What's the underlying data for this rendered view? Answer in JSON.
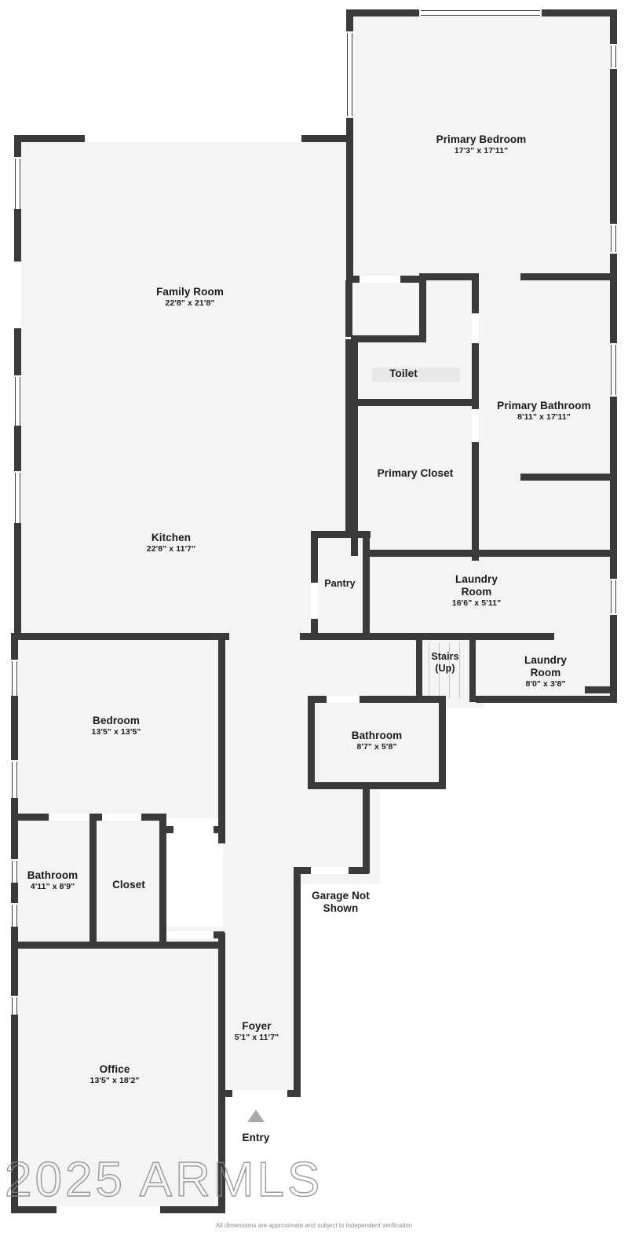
{
  "document": {
    "type": "floor-plan",
    "disclaimer": "All dimensions are approximate and subject to independent verification",
    "watermark": "2025 ARMLS",
    "colors": {
      "wall": "#3a3a3a",
      "floor": "#f4f4f4",
      "background": "#ffffff",
      "label_text": "#1a1a1a",
      "fixture": "#e8e8e8",
      "entry_marker": "#a8a8a8",
      "watermark_stroke": "#8a8a8a"
    }
  },
  "rooms": [
    {
      "id": "primary-bedroom",
      "name": "Primary Bedroom",
      "dimensions": "17'3\" x 17'11\""
    },
    {
      "id": "family-room",
      "name": "Family Room",
      "dimensions": "22'8\" x 21'8\""
    },
    {
      "id": "kitchen",
      "name": "Kitchen",
      "dimensions": "22'8\" x 11'7\""
    },
    {
      "id": "toilet",
      "name": "Toilet",
      "dimensions": ""
    },
    {
      "id": "primary-bathroom",
      "name": "Primary Bathroom",
      "dimensions": "8'11\" x 17'11\""
    },
    {
      "id": "primary-closet",
      "name": "Primary Closet",
      "dimensions": ""
    },
    {
      "id": "pantry",
      "name": "Pantry",
      "dimensions": ""
    },
    {
      "id": "laundry-room-1",
      "name": "Laundry Room",
      "dimensions": "16'6\" x 5'11\""
    },
    {
      "id": "stairs",
      "name": "Stairs (Up)",
      "dimensions": ""
    },
    {
      "id": "laundry-room-2",
      "name": "Laundry Room",
      "dimensions": "8'0\" x 3'8\""
    },
    {
      "id": "bedroom",
      "name": "Bedroom",
      "dimensions": "13'5\" x 13'5\""
    },
    {
      "id": "bathroom-hall",
      "name": "Bathroom",
      "dimensions": "8'7\" x 5'8\""
    },
    {
      "id": "bathroom-2",
      "name": "Bathroom",
      "dimensions": "4'11\" x 8'9\""
    },
    {
      "id": "closet",
      "name": "Closet",
      "dimensions": ""
    },
    {
      "id": "office",
      "name": "Office",
      "dimensions": "13'5\" x 18'2\""
    },
    {
      "id": "foyer",
      "name": "Foyer",
      "dimensions": "5'1\" x 11'7\""
    }
  ],
  "annotations": {
    "garage_note_line1": "Garage Not",
    "garage_note_line2": "Shown",
    "entry_label": "Entry",
    "stairs_line1": "Stairs",
    "stairs_line2": "(Up)",
    "laundry_line1": "Laundry",
    "laundry_line2": "Room",
    "laundry2_line1": "Laundry",
    "laundry2_line2": "Room"
  }
}
